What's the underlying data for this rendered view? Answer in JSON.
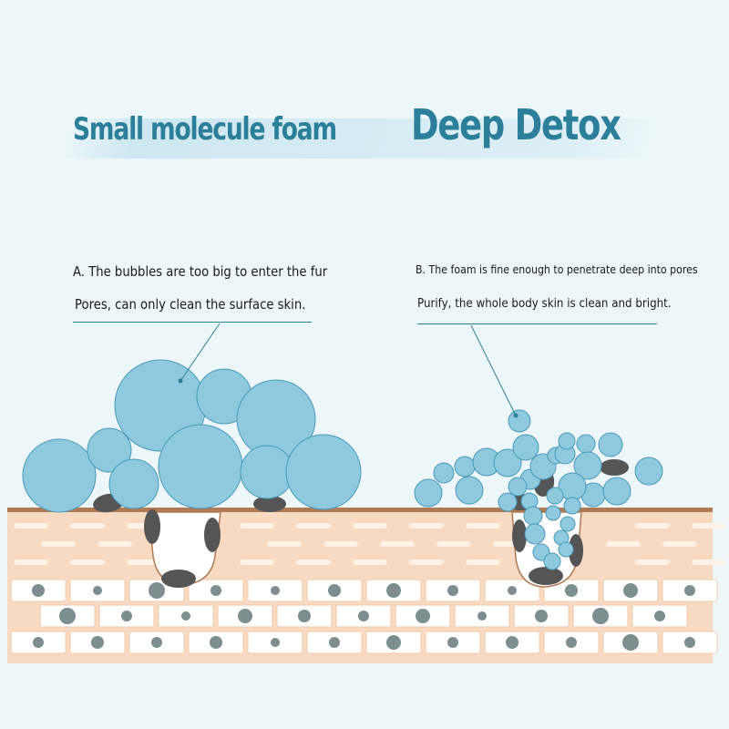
{
  "title": {
    "small": "Small molecule foam",
    "big": "Deep Detox"
  },
  "panels": [
    {
      "id": "A",
      "line1": "A. The bubbles are too big to enter the fur",
      "line2": "Pores, can only clean the surface skin."
    },
    {
      "id": "B",
      "line1": "B. The foam is fine enough to penetrate deep into pores",
      "line2": "Purify, the whole body skin is clean and bright."
    }
  ],
  "colors": {
    "background": "#edf7fa",
    "title": "#2b7f9a",
    "bubble_fill": "#8ec9df",
    "bubble_stroke": "#4a9ab8",
    "dirt": "#555555",
    "skin": "#f8d9c2",
    "skin_edge": "#b07a54",
    "cell_border": "#f2c9a8",
    "nucleus": "#7d8e90"
  }
}
